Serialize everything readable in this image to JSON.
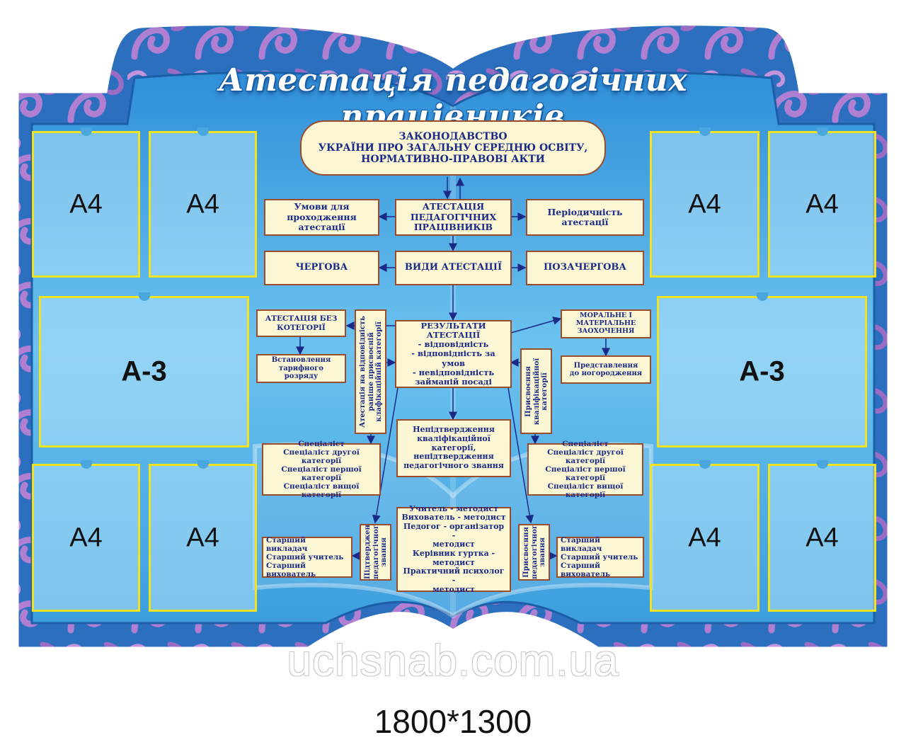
{
  "title": "Атестація педагогічних працівників",
  "pockets": {
    "a4_label": "A4",
    "a3_label": "A-3"
  },
  "boxes": {
    "law": "ЗАКОНОДАВСТВО\nУКРАЇНИ ПРО ЗАГАЛЬНУ СЕРЕДНЮ ОСВІТУ,\nНОРМАТИВНО-ПРАВОВІ АКТИ",
    "attestation": "АТЕСТАЦІЯ\nПЕДАГОГІЧНИХ\nПРАЦІВНИКІВ",
    "conditions": "Умови для\nпроходження\nатестації",
    "periodicity": "Періодичність\nатестації",
    "regular": "ЧЕРГОВА",
    "types": "ВИДИ АТЕСТАЦІЇ",
    "extraordinary": "ПОЗАЧЕРГОВА",
    "no_category": "АТЕСТАЦІЯ БЕЗ\nКОТЕГОРІЇ",
    "tariff": "Встановлення\nтарифного\nрозряду",
    "results": "РЕЗУЛЬТАТИ\nАТЕСТАЦІЇ\n- відповідність\n- відповідність за умов\n- невідповідність\nзайманій посаді",
    "moral": "МОРАЛЬНЕ І\nМАТЕРІАЛЬНЕ\nЗАОХОЧЕННЯ",
    "award": "Представлення\nдо ногородження",
    "compliance_vertical": "Атестація на відповідність\nраніше присвоєній\nклафікаційній категорії",
    "assign_category_vertical": "Присвоєння\nкваліфікаційної\nкатегорії",
    "non_confirmation": "Непідтвердження\nкваліфікаційної категорії,\nнепідтвердження\nпедагогічного звання",
    "specialists_left": "Спеціаліст\nСпеціаліст другої категорії\nСпеціаліст першої категорії\nСпеціаліст вищої категорії",
    "specialists_right": "Спеціаліст\nСпеціаліст другої категорії\nСпеціаліст першої категорії\nСпеціаліст вищої категорії",
    "methodists": "Учитель - методист\nВихователь - методист\nПедогог - організатор -\nметодист\nКерівник гуртка - методист\nПрактичний психолог -\nметодист",
    "confirm_title_vertical": "Підтвердження\nпедагогічного\nзвання",
    "assign_title_vertical": "Присвоєння\nпедагогічного\nзвання",
    "senior_left": "Старший викладач\nСтарший учитель\nСтарший вихователь",
    "senior_right": "Старший викладач\nСтарший учитель\nСтарший вихователь"
  },
  "watermark": "uchsnab.com.ua",
  "size_label": "1800*1300",
  "colors": {
    "frame_blue": "#2a73c4",
    "panel_blue": "#5fb6ea",
    "swirl_purple": "#a879c9",
    "pocket_border": "#f2e21f",
    "box_fill": "#fbf6d3",
    "box_border": "#9b4b2e",
    "box_text": "#1b2a86"
  }
}
